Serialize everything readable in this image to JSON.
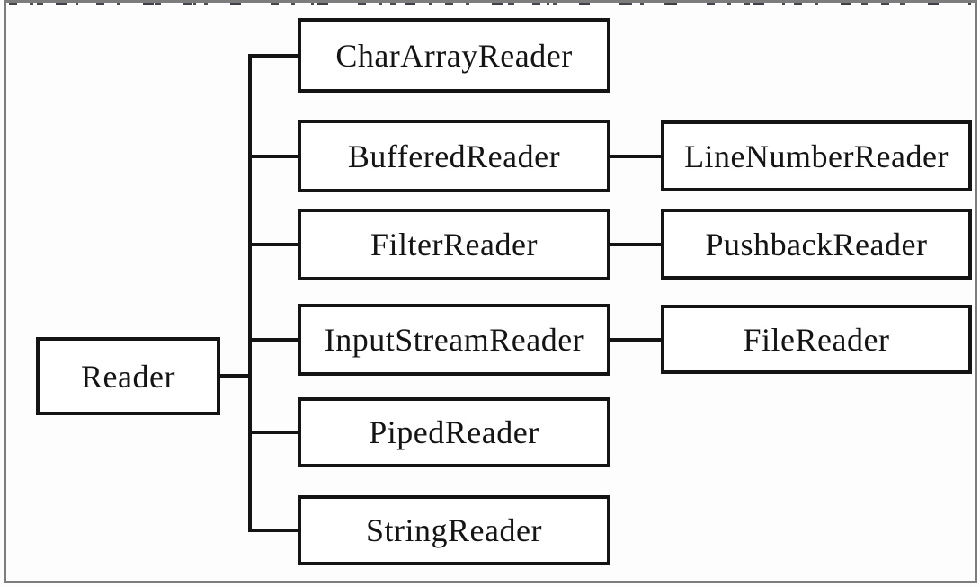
{
  "diagram_type": "class-hierarchy-tree",
  "nodes": {
    "reader": "Reader",
    "char_array_reader": "CharArrayReader",
    "buffered_reader": "BufferedReader",
    "line_number_reader": "LineNumberReader",
    "filter_reader": "FilterReader",
    "pushback_reader": "PushbackReader",
    "input_stream_reader": "InputStreamReader",
    "file_reader": "FileReader",
    "piped_reader": "PipedReader",
    "string_reader": "StringReader"
  },
  "edges": [
    [
      "Reader",
      "CharArrayReader"
    ],
    [
      "Reader",
      "BufferedReader"
    ],
    [
      "Reader",
      "FilterReader"
    ],
    [
      "Reader",
      "InputStreamReader"
    ],
    [
      "Reader",
      "PipedReader"
    ],
    [
      "Reader",
      "StringReader"
    ],
    [
      "BufferedReader",
      "LineNumberReader"
    ],
    [
      "FilterReader",
      "PushbackReader"
    ],
    [
      "InputStreamReader",
      "FileReader"
    ]
  ],
  "colors": {
    "box_border": "#141414",
    "box_fill": "#ffffff",
    "text": "#141414",
    "connector": "#141414",
    "outer_frame": "#7d7d7d",
    "background": "#fdfdfd"
  }
}
